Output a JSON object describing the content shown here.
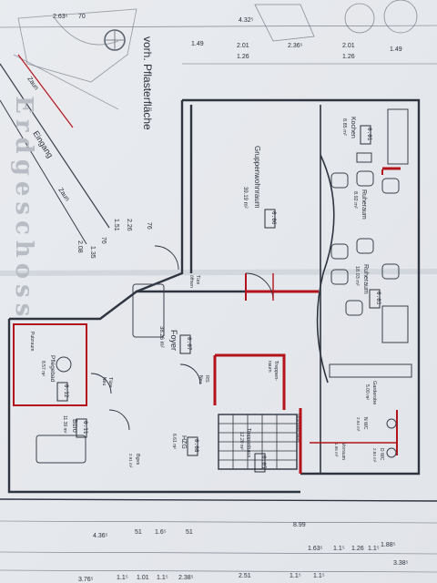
{
  "title": "Erdgeschoss",
  "outside": {
    "paving": "vorh. Pflasterfläche",
    "entrance": "Eingang",
    "fence": "Zaun",
    "fence2": "Zaun"
  },
  "rooms": {
    "r1": {
      "no": "0.01",
      "name": "Kochen",
      "area": "8.85 m²"
    },
    "r2": {
      "name": "Ruheraum",
      "area": "8.92 m²"
    },
    "r3": {
      "no": "0.06",
      "name": "Gruppenwohnraum",
      "area": "39.19 m²"
    },
    "r4": {
      "name": "Ruheraum",
      "area": "18.03 m²"
    },
    "r5": {
      "no": "0.03"
    },
    "r6": {
      "name": "Garderobe",
      "area": "5.00 m²"
    },
    "r7": {
      "no": "0.07",
      "name": "Foyer",
      "area": "38.26 m²"
    },
    "r8": {
      "name": "RS",
      "sub": "Neu"
    },
    "r9": {
      "name": "Treppen-",
      "sub": "raum"
    },
    "r10": {
      "no": "0.08",
      "name": "HZG",
      "area": "6.61 m²"
    },
    "r11": {
      "no": "0.05",
      "name": "Treppenhaus",
      "area": "12.20 m²"
    },
    "r12": {
      "no": "0.12",
      "name": "Pflegebad",
      "area": "8.57 m²"
    },
    "r13": {
      "name": "Putzraum"
    },
    "r14": {
      "no": "0.11",
      "name": "Büro",
      "area": "11.39 m²"
    },
    "r15": {
      "name": "Bgvs",
      "area": "2.91 m²"
    },
    "r16": {
      "name": "Türe",
      "sub": "Neu"
    },
    "r17": {
      "name": "Türe",
      "sub": "öffnen"
    },
    "r18": {
      "name": "N WC",
      "area": "2.94 m²"
    },
    "r19": {
      "name": "D WC",
      "area": "2.84 m²"
    },
    "r20": {
      "name": "Vorraum",
      "area": "1.95 m²"
    },
    "r21": {
      "name": "Stromabschluss"
    }
  },
  "dims": {
    "top": [
      "2.63⁵",
      "70",
      "4.32⁵",
      "2.36⁵",
      "1.49",
      "2.01",
      "1.26",
      "2.01",
      "1.26",
      "1.49"
    ],
    "bottom": [
      "4.36⁵",
      "51",
      "1.6⁵",
      "51",
      "8.99",
      "1.63⁵",
      "1.1⁵",
      "1.26",
      "1.1⁵",
      "1.88⁵",
      "3.38⁵"
    ],
    "bottom2": [
      "3.76⁵",
      "1.1⁵",
      "1.01",
      "1.1⁵",
      "2.38⁵",
      "2.51",
      "1.1⁵",
      "1.1⁵"
    ],
    "left": [
      "1.51",
      "2.26",
      "2.08",
      "1.35",
      "76",
      "76"
    ]
  },
  "colors": {
    "paper": "#f2f3f5",
    "wall": "#2e3440",
    "red": "#b3131b",
    "ink": "#2a2f3a",
    "faint": "#7f8793"
  }
}
